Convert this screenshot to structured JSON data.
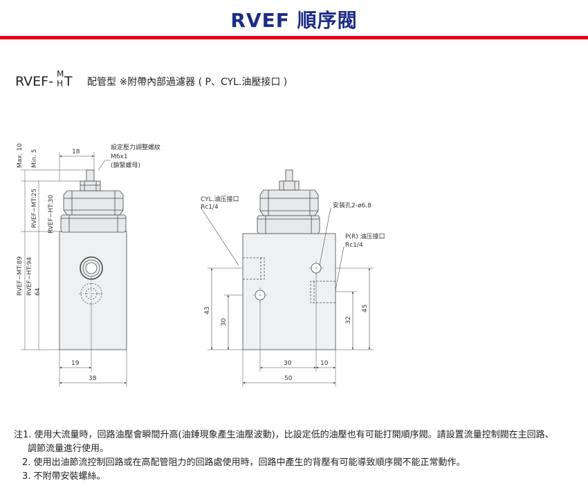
{
  "title": "RVEF 順序閥",
  "model": {
    "prefix": "RVEF-",
    "sup": "M",
    "sub": "H",
    "suffix": "T",
    "description": "配管型 ※附帶內部過濾器 ( P、CYL.油壓接口 )"
  },
  "drawing": {
    "left_view": {
      "max_label": "Max. 10",
      "min_label": "Min. 5",
      "mt25": "RVEF−MT:25",
      "ht30": "RVEF−HT:30",
      "mt89": "RVEF−MT:89",
      "ht94": "RVEF−HT:94",
      "h64": "64",
      "w18": "18",
      "w19": "19",
      "w38": "38",
      "callout_lines": [
        "設定壓力調整螺紋",
        "M6x1",
        "(鎖緊螺母)"
      ]
    },
    "right_view": {
      "cyl_lines": [
        "CYL.油压接口",
        "Rc1/4"
      ],
      "mount_label": "安装孔2-ø6.8",
      "p_lines": [
        "P(R) 油压接口",
        "Rc1/4"
      ],
      "h43": "43",
      "h30": "30",
      "h32": "32",
      "h45": "45",
      "w30": "30",
      "w10": "10",
      "w50": "50"
    }
  },
  "notes": [
    "注1. 使用大流量時，回路油壓會瞬間升高(油錘現象產生油壓波動)，比設定低的油壓也有可能打開順序閥。請設置流量控制閥在主回路、",
    "調節流量進行使用。",
    "2. 使用出油節流控制回路或在高配管阻力的回路處使用時，回路中產生的背壓有可能導致順序閥不能正常動作。",
    "3. 不附帶安裝螺絲。"
  ]
}
